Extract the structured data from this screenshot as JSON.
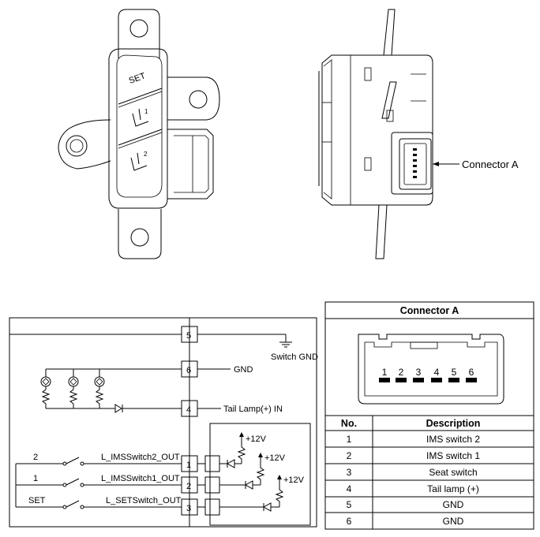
{
  "views": {
    "connector_callout": "Connector A"
  },
  "schematic": {
    "pins": [
      "5",
      "6",
      "4",
      "1",
      "2",
      "3"
    ],
    "switch_gnd_label": "Switch GND",
    "gnd_label": "GND",
    "tail_lamp_label": "Tail Lamp(+) IN",
    "switch_outputs": [
      {
        "switch_label": "2",
        "out_label": "L_IMSSwitch2_OUT"
      },
      {
        "switch_label": "1",
        "out_label": "L_IMSSwitch1_OUT"
      },
      {
        "switch_label": "SET",
        "out_label": "L_SETSwitch_OUT"
      }
    ],
    "supply_labels": [
      "+12V",
      "+12V",
      "+12V"
    ]
  },
  "connector_table": {
    "title": "Connector A",
    "pin_numbers": [
      "1",
      "2",
      "3",
      "4",
      "5",
      "6"
    ],
    "headers": {
      "no": "No.",
      "description": "Description"
    },
    "rows": [
      {
        "no": "1",
        "description": "IMS switch 2"
      },
      {
        "no": "2",
        "description": "IMS switch 1"
      },
      {
        "no": "3",
        "description": "Seat switch"
      },
      {
        "no": "4",
        "description": "Tail lamp (+)"
      },
      {
        "no": "5",
        "description": "GND"
      },
      {
        "no": "6",
        "description": "GND"
      }
    ]
  }
}
